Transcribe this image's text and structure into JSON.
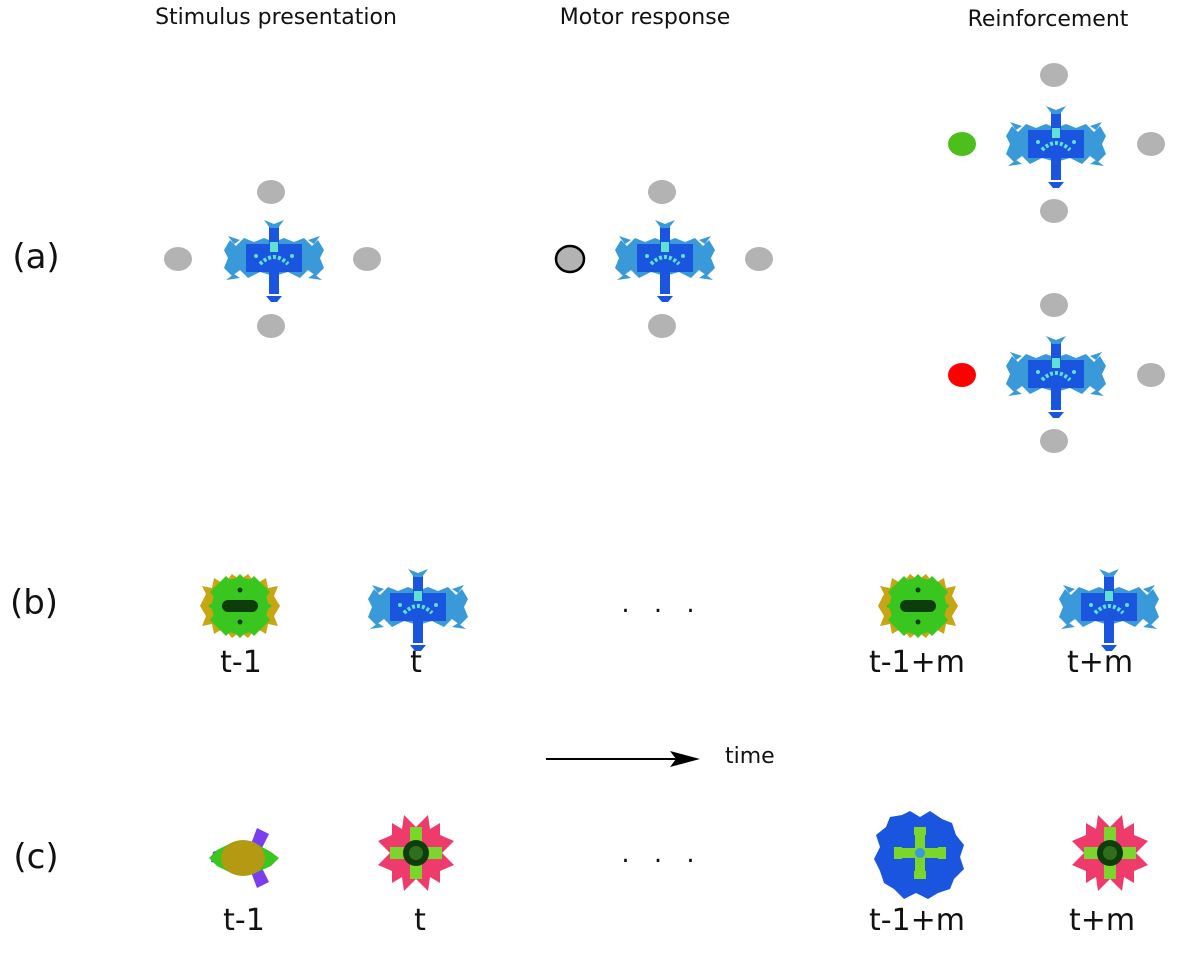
{
  "headers": {
    "stimulus": "Stimulus presentation",
    "motor": "Motor response",
    "reinforcement": "Reinforcement"
  },
  "rows": {
    "a": "(a)",
    "b": "(b)",
    "c": "(c)"
  },
  "sequence_b": {
    "labels": [
      "t-1",
      "t",
      "t-1+m",
      "t+m"
    ],
    "ellipsis": ". . ."
  },
  "sequence_c": {
    "labels": [
      "t-1",
      "t",
      "t-1+m",
      "t+m"
    ],
    "ellipsis": ". . ."
  },
  "time_label": "time",
  "colors": {
    "target_inactive": "#b3b3b3",
    "correct_feedback": "#4cbf1c",
    "error_feedback": "#ff0000"
  }
}
